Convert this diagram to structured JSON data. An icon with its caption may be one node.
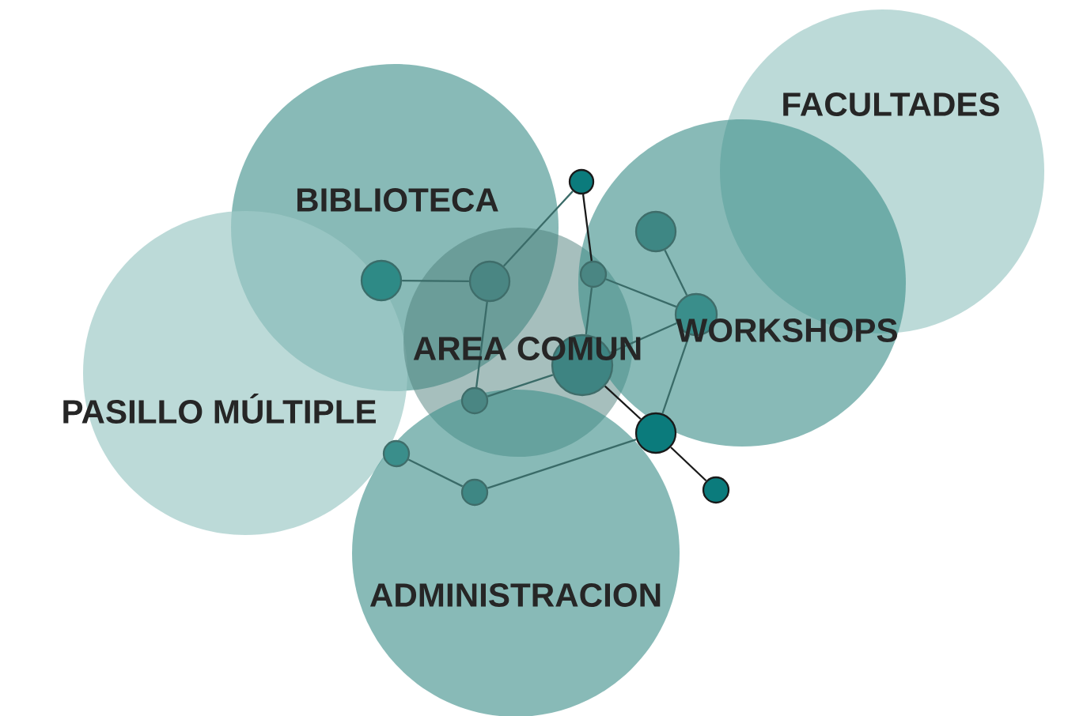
{
  "diagram": {
    "nodes": [
      {
        "text": [
          "FACULTADES"
        ]
      },
      {
        "text": [
          "BIBLIOTECA"
        ]
      },
      {
        "text": [
          "PASILLO MÚLTIPLE"
        ]
      },
      {
        "text": [
          "AREA COMUN"
        ]
      },
      {
        "text": [
          "WORKSHOPS"
        ]
      },
      {
        "text": [
          "ADMINISTRACION"
        ]
      },
      {
        "text": [],
        "shape": "circle"
      },
      {
        "text": [],
        "shape": "circle",
        "in": 1
      },
      {
        "text": [],
        "shape": "circle"
      },
      {
        "text": [],
        "shape": "circle"
      },
      {
        "text": [],
        "shape": "circle",
        "in": 4
      },
      {
        "text": [],
        "shape": "circle",
        "in": 4
      },
      {
        "text": [],
        "shape": "circle",
        "in": 3
      },
      {
        "text": [],
        "shape": "circle"
      },
      {
        "text": [],
        "shape": "circle"
      },
      {
        "text": [],
        "shape": "circle",
        "in": 5
      },
      {
        "text": [],
        "shape": "circle",
        "in": 5
      },
      {
        "text": [],
        "shape": "circle"
      }
    ],
    "edges": [
      {
        "from": 7,
        "to": 8,
        "arrow": "none"
      },
      {
        "from": 8,
        "to": 6,
        "arrow": "none"
      },
      {
        "from": 6,
        "to": 9,
        "arrow": "none",
        "color": "#1a1a1a"
      },
      {
        "from": 8,
        "to": 13,
        "arrow": "none"
      },
      {
        "from": 9,
        "to": 12,
        "arrow": "none"
      },
      {
        "from": 9,
        "to": 11,
        "arrow": "none"
      },
      {
        "from": 10,
        "to": 11,
        "arrow": "none"
      },
      {
        "from": 12,
        "to": 11,
        "arrow": "none"
      },
      {
        "from": 12,
        "to": 13,
        "arrow": "none"
      },
      {
        "from": 12,
        "to": 14,
        "arrow": "none",
        "color": "#1a1a1a"
      },
      {
        "from": 11,
        "to": 14,
        "arrow": "none"
      },
      {
        "from": 14,
        "to": 17,
        "arrow": "none",
        "color": "#1a1a1a"
      },
      {
        "from": 14,
        "to": 16,
        "arrow": "none"
      },
      {
        "from": 16,
        "to": 15,
        "arrow": "none"
      }
    ]
  }
}
